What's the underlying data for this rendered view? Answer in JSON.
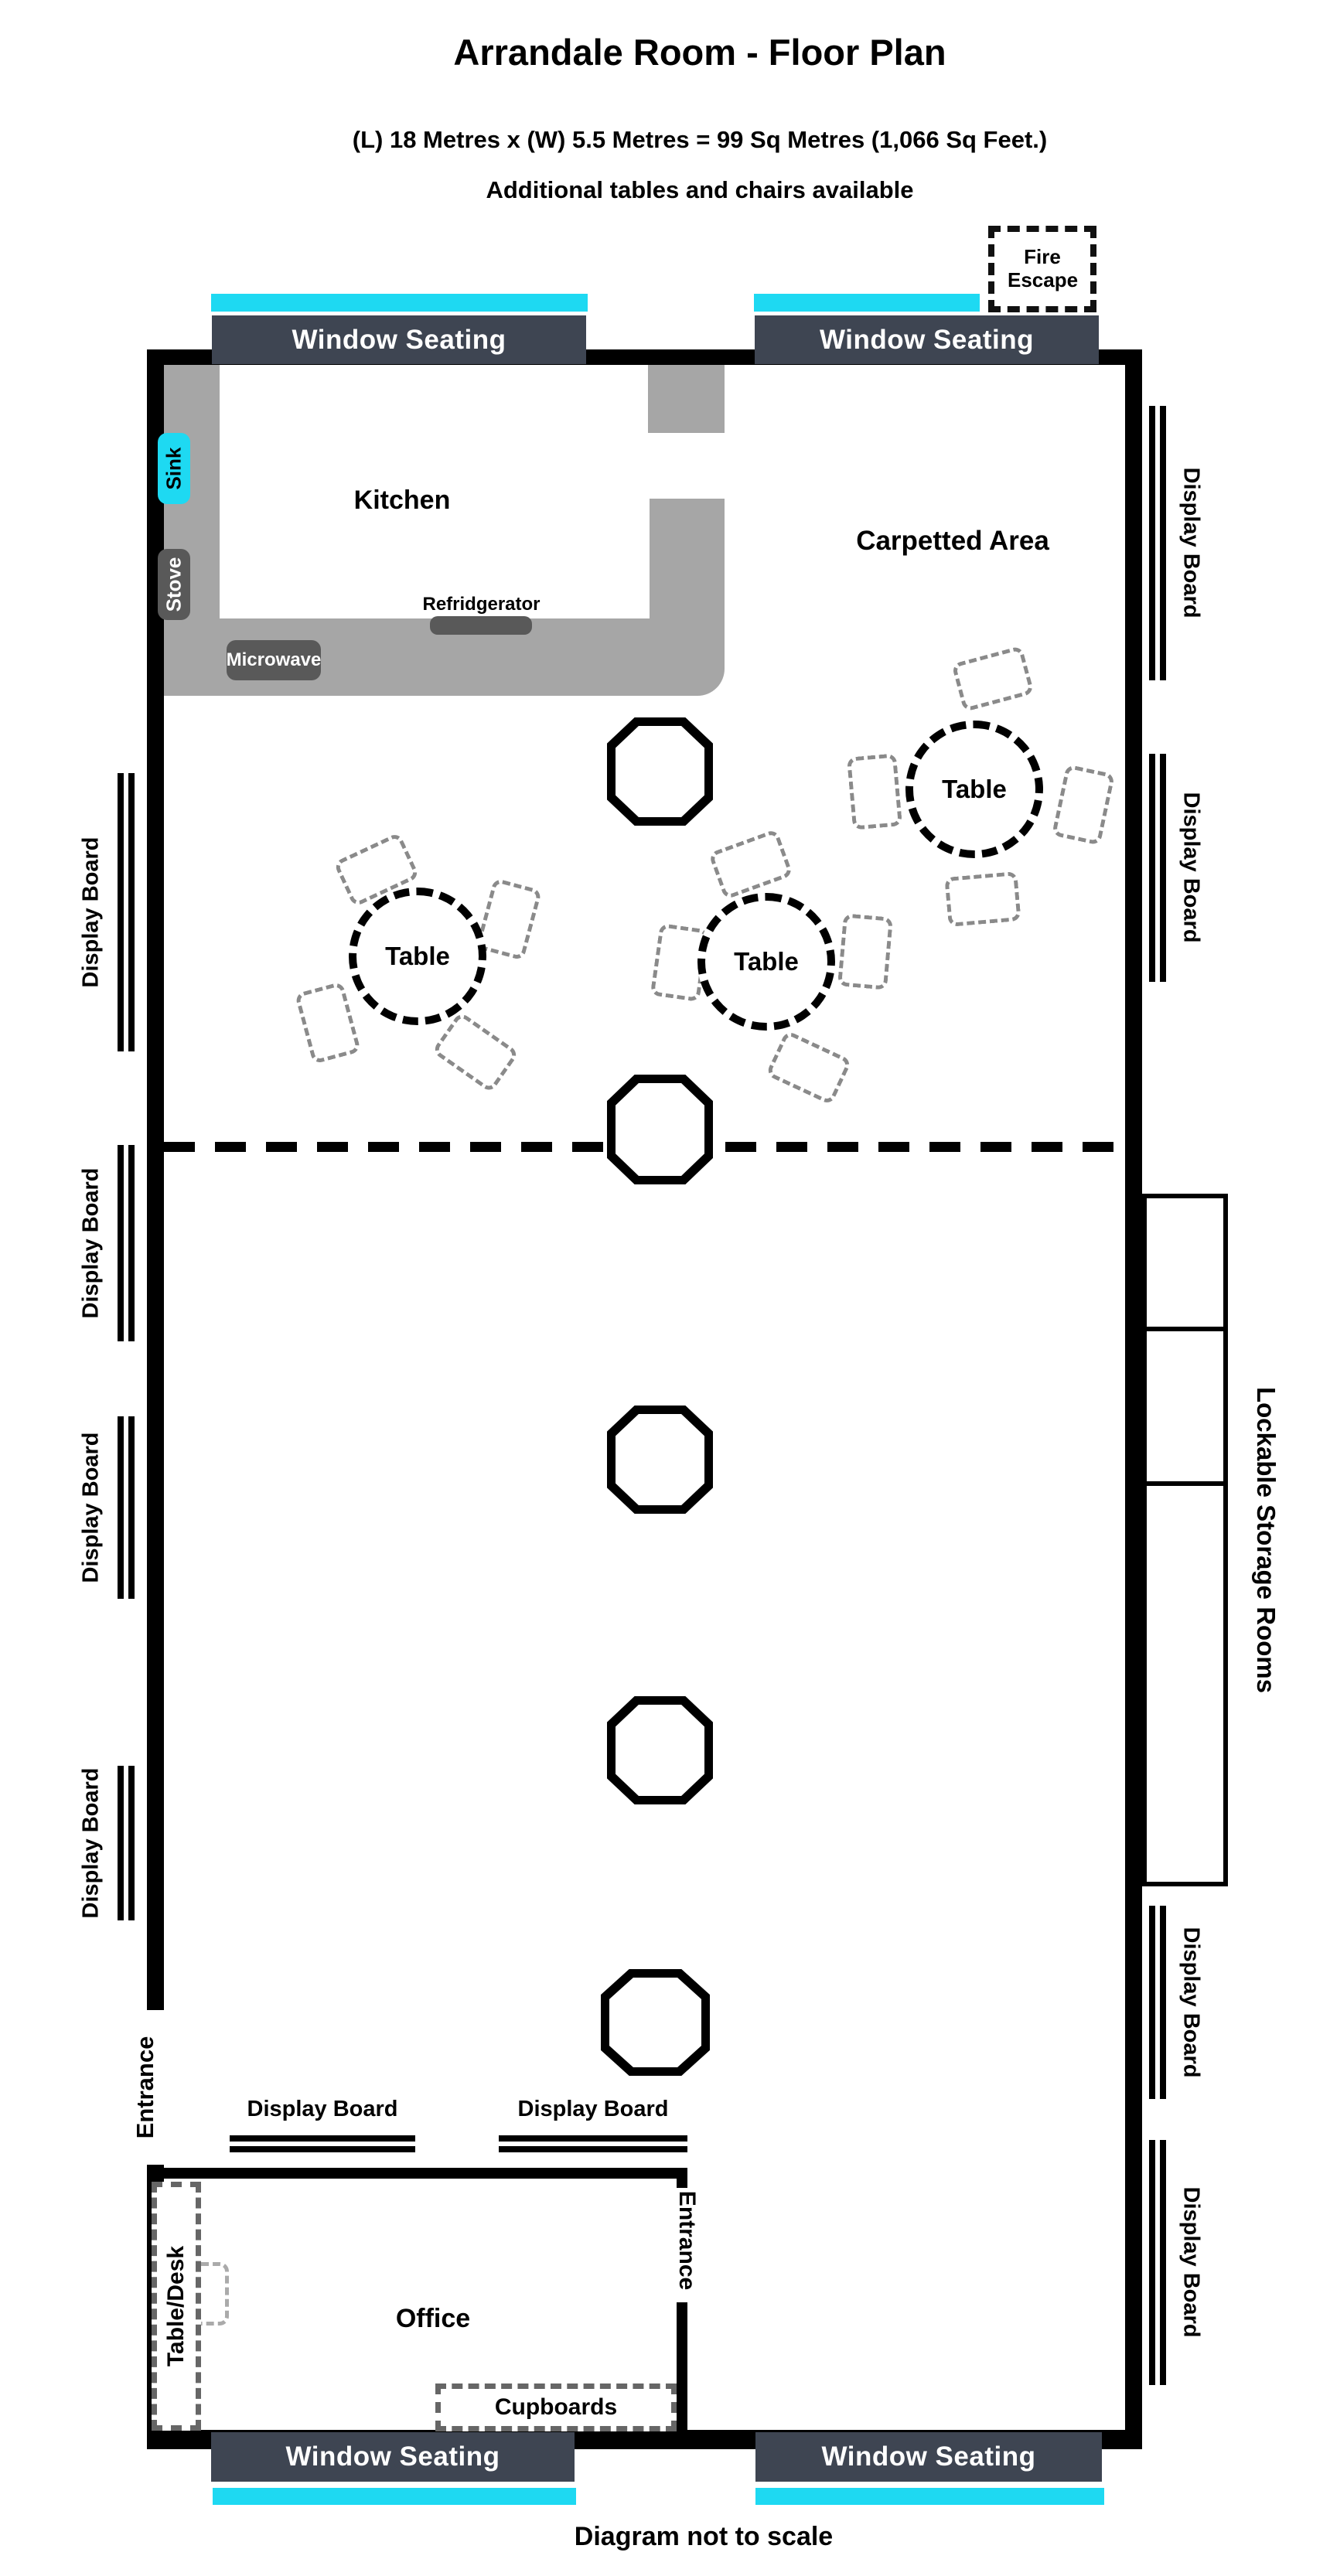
{
  "header": {
    "title": "Arrandale Room - Floor Plan",
    "dimensions": "(L) 18 Metres x (W) 5.5 Metres = 99 Sq Metres (1,066 Sq Feet.)",
    "note": "Additional tables and chairs available"
  },
  "footer": {
    "note": "Diagram not to scale"
  },
  "labels": {
    "window_seating": "Window Seating",
    "fire_escape": "Fire Escape",
    "display_board": "Display Board",
    "entrance": "Entrance",
    "kitchen": "Kitchen",
    "sink": "Sink",
    "stove": "Stove",
    "microwave": "Microwave",
    "refrigerator": "Refridgerator",
    "carpeted_area": "Carpetted Area",
    "table": "Table",
    "lockable_storage": "Lockable Storage Rooms",
    "office": "Office",
    "table_desk": "Table/Desk",
    "cupboards": "Cupboards"
  },
  "colors": {
    "accent_cyan": "#1ed9f2",
    "slate": "#3e4552",
    "counter_gray": "#a6a6a6",
    "appliance_gray": "#595959",
    "wall_black": "#000000"
  }
}
